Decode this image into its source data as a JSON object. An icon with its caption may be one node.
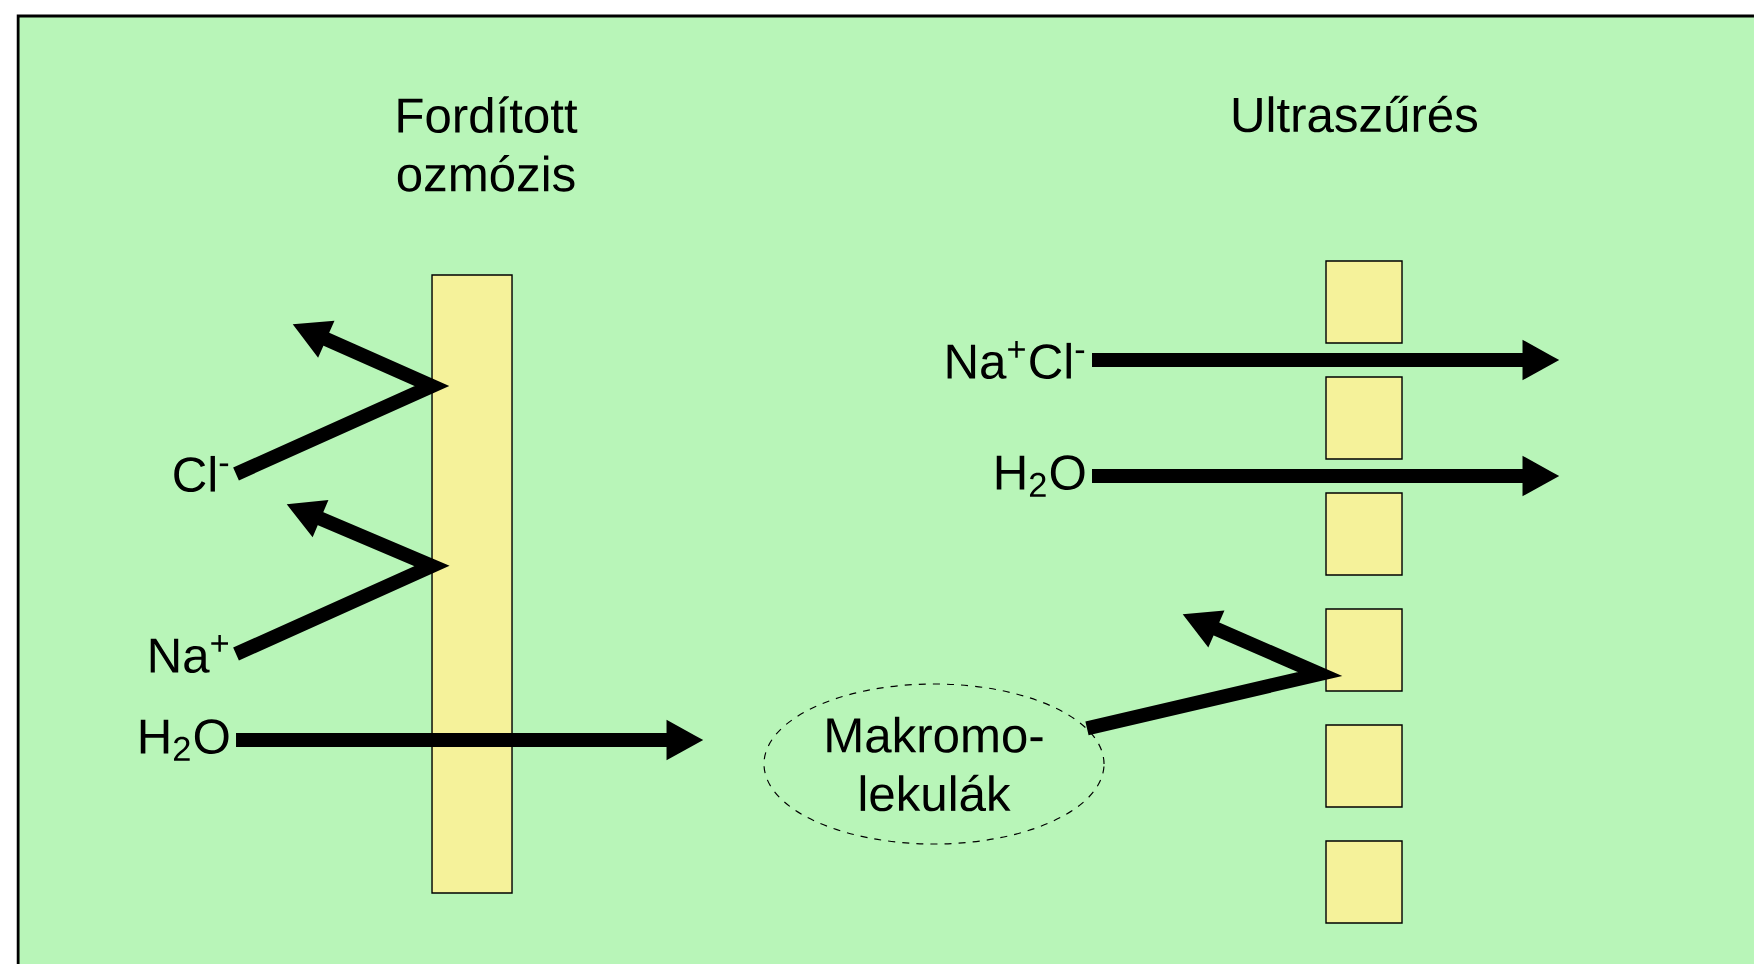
{
  "diagram": {
    "nodes": [
      {
        "text": [
          "Cl$^{-}$"
        ]
      },
      {
        "text": [
          "Na$^{+}$"
        ]
      },
      {
        "text": [
          "H$_{2}$O"
        ]
      },
      {
        "text": [],
        "shape": "bar"
      },
      {
        "text": [
          "Na$^{+}$Cl$^{-}$"
        ]
      },
      {
        "text": [
          "H$_{2}$O"
        ]
      },
      {
        "text": [
          "Makromo- lekulák"
        ]
      },
      {
        "text": [],
        "shape": "box"
      },
      {
        "text": [],
        "shape": "box"
      },
      {
        "text": [],
        "shape": "box"
      },
      {
        "text": [],
        "shape": "box"
      },
      {
        "text": [],
        "shape": "box"
      },
      {
        "text": [],
        "shape": "box"
      }
    ],
    "edges": [
      {
        "from": 0,
        "to": null,
        "arrow": "to"
      },
      {
        "from": 1,
        "to": null,
        "arrow": "to"
      },
      {
        "from": 2,
        "to": null,
        "arrow": "to"
      },
      {
        "from": 4,
        "to": null,
        "arrow": "to"
      },
      {
        "from": 5,
        "to": null,
        "arrow": "to"
      },
      {
        "from": 6,
        "to": null,
        "arrow": "to"
      }
    ],
    "labels": [
      "Fordított ozmózis",
      "Ultraszűrés"
    ]
  }
}
